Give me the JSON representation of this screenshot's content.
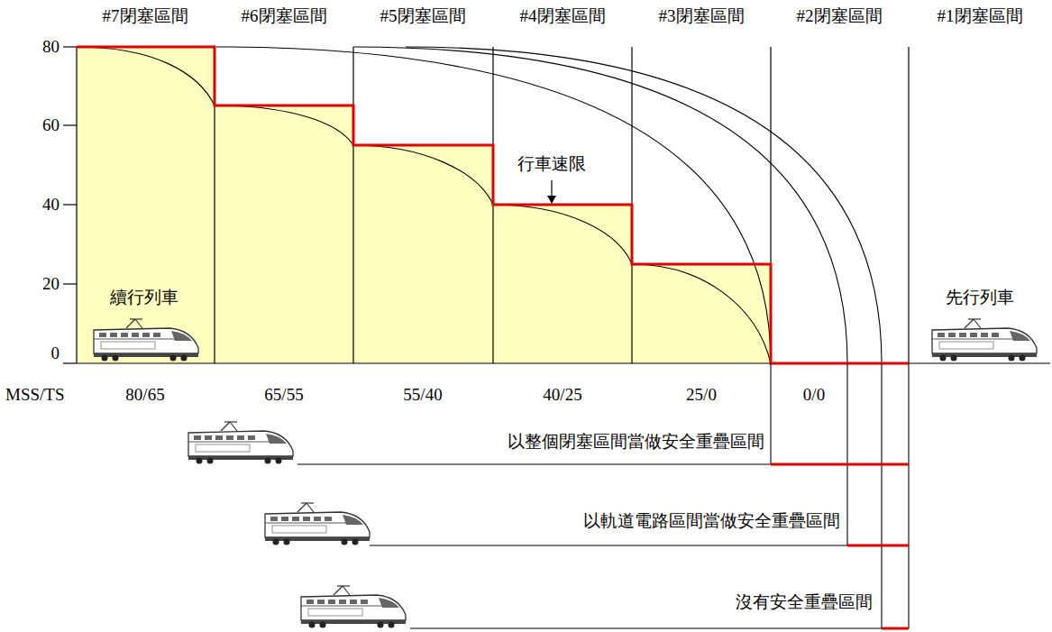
{
  "diagram": {
    "labels": [
      "#7閉塞區間",
      "#6閉塞區間",
      "#5閉塞區間",
      "#4閉塞區間",
      "#3閉塞區間",
      "#2閉塞區間",
      "#1閉塞區間",
      "80",
      "60",
      "40",
      "20",
      "0",
      "行車速限",
      "續行列車",
      "先行列車",
      "MSS/TS",
      "80/65",
      "65/55",
      "55/40",
      "40/25",
      "25/0",
      "0/0",
      "以整個閉塞區間當做安全重疊區間",
      "以軌道電路區間當做安全重疊區間",
      "沒有安全重疊區間"
    ]
  }
}
